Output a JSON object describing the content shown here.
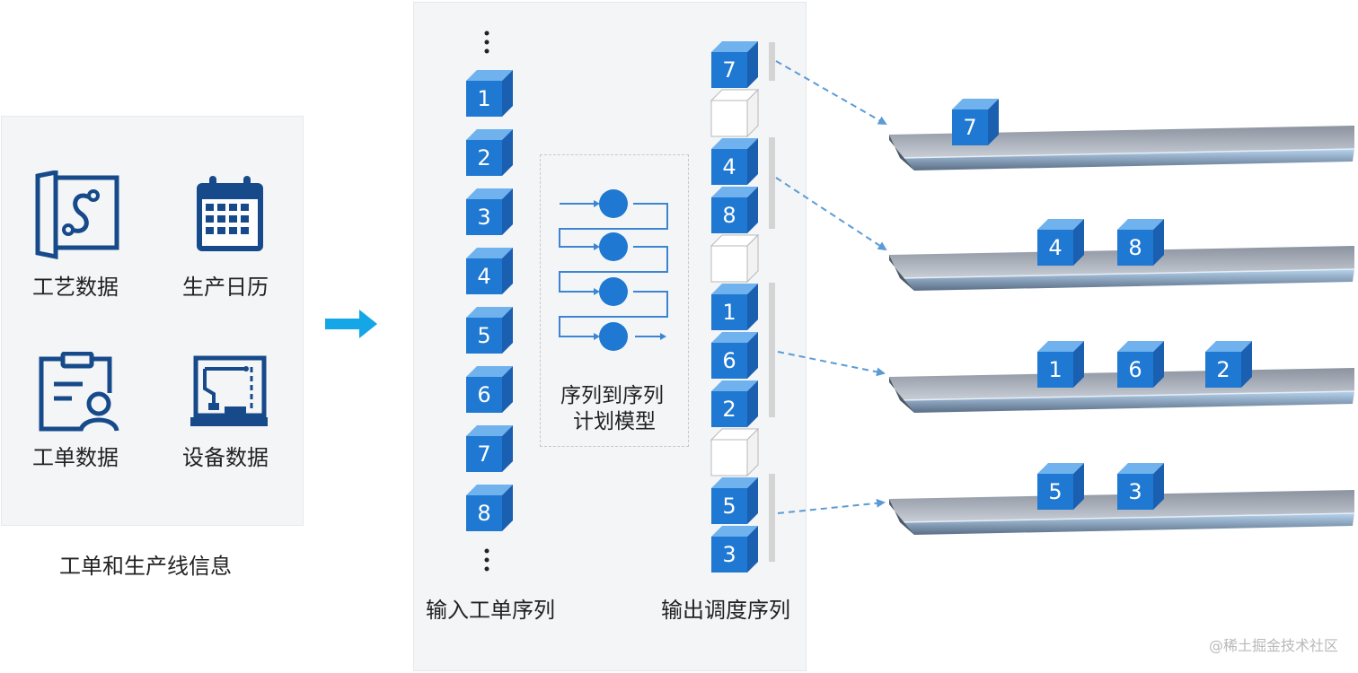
{
  "info_panel": {
    "items": [
      {
        "label": "工艺数据",
        "icon": "process-data-icon"
      },
      {
        "label": "生产日历",
        "icon": "calendar-icon"
      },
      {
        "label": "工单数据",
        "icon": "work-order-icon"
      },
      {
        "label": "设备数据",
        "icon": "equipment-icon"
      }
    ],
    "caption": "工单和生产线信息"
  },
  "input_sequence": {
    "caption": "输入工单序列",
    "items": [
      "1",
      "2",
      "3",
      "4",
      "5",
      "6",
      "7",
      "8"
    ]
  },
  "model": {
    "line1": "序列到序列",
    "line2": "计划模型"
  },
  "output_sequence": {
    "caption": "输出调度序列",
    "slots": [
      "7",
      "",
      "4",
      "8",
      "",
      "1",
      "6",
      "2",
      "",
      "5",
      "3"
    ]
  },
  "lines": [
    {
      "blocks": [
        "7"
      ]
    },
    {
      "blocks": [
        "4",
        "8"
      ]
    },
    {
      "blocks": [
        "1",
        "6",
        "2"
      ]
    },
    {
      "blocks": [
        "5",
        "3"
      ]
    }
  ],
  "watermark": "@稀土掘金技术社区",
  "colors": {
    "cube_front": "#1f78d1",
    "cube_top": "#6fb2ee",
    "cube_side": "#1a5fb0",
    "icon": "#164a8a",
    "arrow": "#14a6e6",
    "dash": "#5b9bd5",
    "circle": "#1f78d1"
  }
}
